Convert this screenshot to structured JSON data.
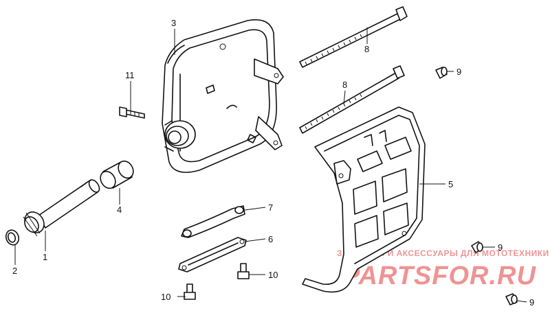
{
  "diagram": {
    "callouts": [
      {
        "id": "c1",
        "text": "1"
      },
      {
        "id": "c2",
        "text": "2"
      },
      {
        "id": "c3",
        "text": "3"
      },
      {
        "id": "c4",
        "text": "4"
      },
      {
        "id": "c5",
        "text": "5"
      },
      {
        "id": "c6",
        "text": "6"
      },
      {
        "id": "c7",
        "text": "7"
      },
      {
        "id": "c8a",
        "text": "8"
      },
      {
        "id": "c8b",
        "text": "8"
      },
      {
        "id": "c9a",
        "text": "9"
      },
      {
        "id": "c9b",
        "text": "9"
      },
      {
        "id": "c9c",
        "text": "9"
      },
      {
        "id": "c10a",
        "text": "10"
      },
      {
        "id": "c10b",
        "text": "10"
      },
      {
        "id": "c11",
        "text": "11"
      }
    ]
  },
  "watermark": {
    "caption": "ЗАПЧАСТИ И АКСЕССУАРЫ ДЛЯ МОТОТЕХНИКИ",
    "brand": "PARTSFOR.RU",
    "color": "#e23b3b"
  },
  "colors": {
    "line": "#111111",
    "background": "#ffffff"
  }
}
